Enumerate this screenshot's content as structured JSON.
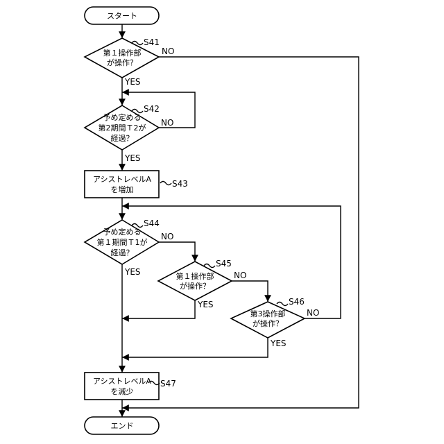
{
  "start": "スタート",
  "end": "エンド",
  "s41": {
    "step": "S41",
    "lines": [
      "第１操作部",
      "が操作？"
    ],
    "no": "NO",
    "yes": "YES"
  },
  "s42": {
    "step": "S42",
    "lines": [
      "予め定める",
      "第2期間Ｔ2が",
      "経過？"
    ],
    "no": "NO",
    "yes": "YES"
  },
  "s43": {
    "step": "S43",
    "lines": [
      "アシストレベルA",
      "を増加"
    ]
  },
  "s44": {
    "step": "S44",
    "lines": [
      "予め定める",
      "第１期間Ｔ1が",
      "経過？"
    ],
    "no": "NO",
    "yes": "YES"
  },
  "s45": {
    "step": "S45",
    "lines": [
      "第１操作部",
      "が操作？"
    ],
    "no": "NO",
    "yes": "YES"
  },
  "s46": {
    "step": "S46",
    "lines": [
      "第3操作部",
      "が操作？"
    ],
    "no": "NO",
    "yes": "YES"
  },
  "s47": {
    "step": "S47",
    "lines": [
      "アシストレベルA",
      "を減少"
    ]
  }
}
